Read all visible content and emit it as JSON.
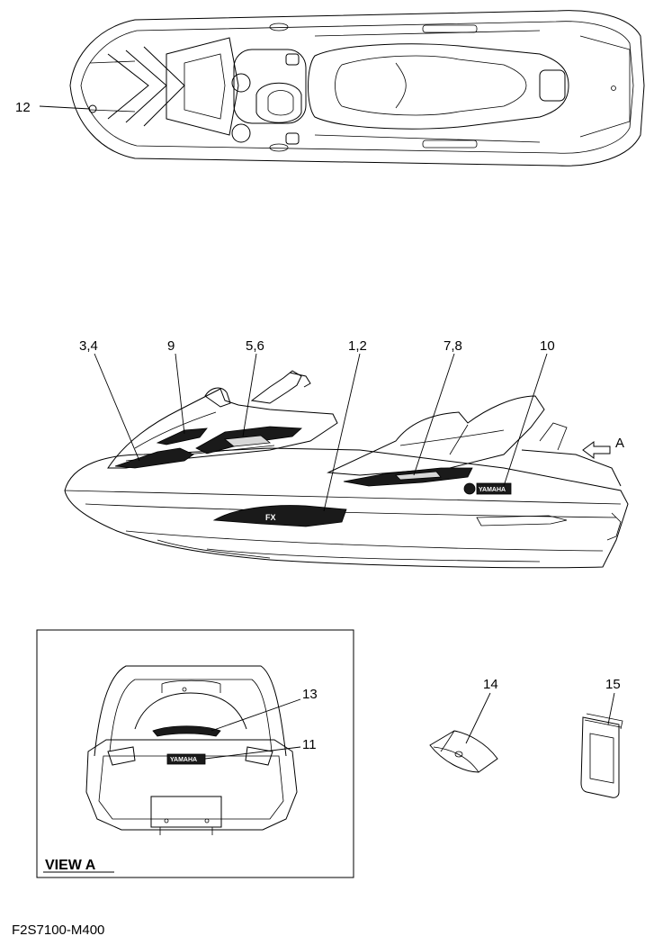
{
  "callouts": {
    "c12": "12",
    "c34": "3,4",
    "c9": "9",
    "c56": "5,6",
    "c12b": "1,2",
    "c78": "7,8",
    "c10": "10",
    "cA": "A",
    "c13": "13",
    "c11": "11",
    "c14": "14",
    "c15": "15"
  },
  "view_label": "VIEW A",
  "part_code": "F2S7100-M400",
  "decal_text": {
    "yamaha": "YAMAHA"
  }
}
